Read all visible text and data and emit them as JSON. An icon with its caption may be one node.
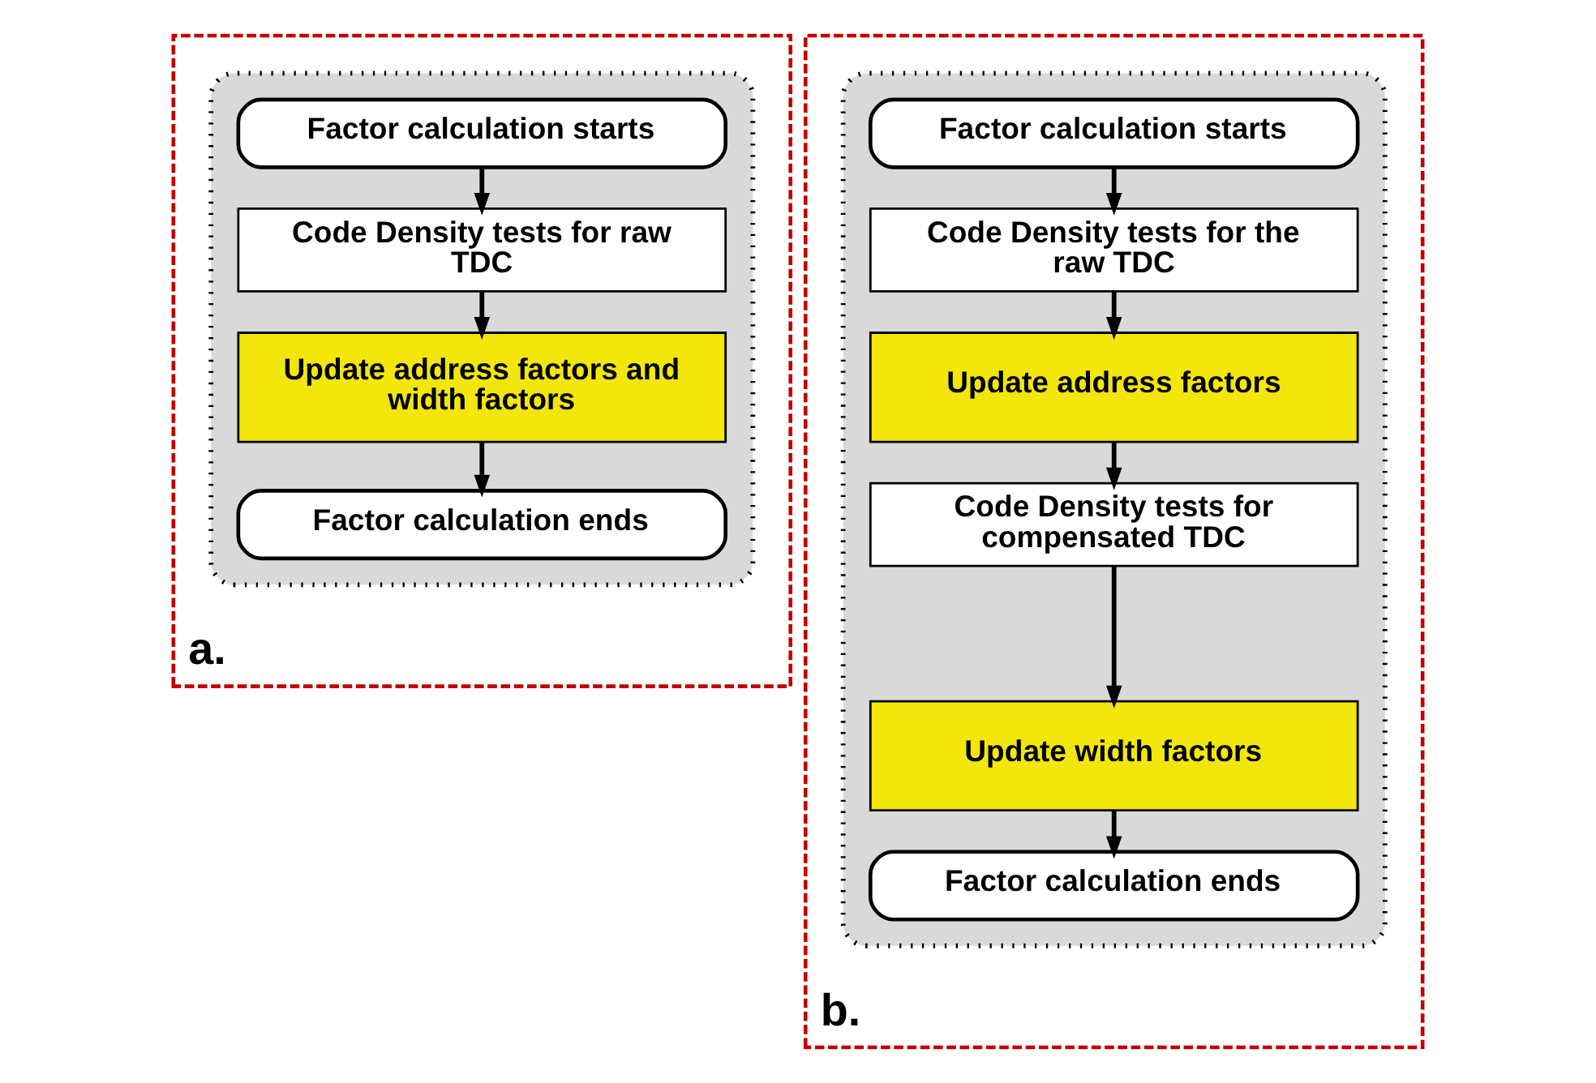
{
  "diagram": {
    "nodes": [
      {
        "text": [
          "a."
        ]
      },
      {
        "text": [],
        "shape": "box",
        "in": 0
      },
      {
        "text": [
          "Factor calculation starts"
        ],
        "in": 1
      },
      {
        "text": [
          "Code Density tests for raw TDC"
        ],
        "in": 1
      },
      {
        "text": [
          "Update address factors and width factors"
        ],
        "in": 1
      },
      {
        "text": [
          "Factor calculation ends"
        ],
        "in": 1
      },
      {
        "text": [
          "b."
        ]
      },
      {
        "text": [],
        "shape": "box",
        "in": 6
      },
      {
        "text": [
          "Factor calculation starts"
        ],
        "in": 7
      },
      {
        "text": [
          "Code Density tests for the raw TDC"
        ],
        "in": 7
      },
      {
        "text": [
          "Update address factors"
        ],
        "in": 7
      },
      {
        "text": [
          "Code Density tests for compensated TDC"
        ],
        "in": 7
      },
      {
        "text": [
          "Update width factors"
        ],
        "in": 7
      },
      {
        "text": [
          "Factor calculation ends"
        ],
        "in": 7
      }
    ],
    "edges": [
      {
        "from": 2,
        "to": 3,
        "arrow": "to"
      },
      {
        "from": 3,
        "to": 4,
        "arrow": "to"
      },
      {
        "from": 4,
        "to": 5,
        "arrow": "to"
      },
      {
        "from": 8,
        "to": 9,
        "arrow": "to"
      },
      {
        "from": 9,
        "to": 10,
        "arrow": "to"
      },
      {
        "from": 10,
        "to": 11,
        "arrow": "to"
      },
      {
        "from": 11,
        "to": 12,
        "arrow": "to"
      },
      {
        "from": 12,
        "to": 13,
        "arrow": "to"
      }
    ]
  }
}
